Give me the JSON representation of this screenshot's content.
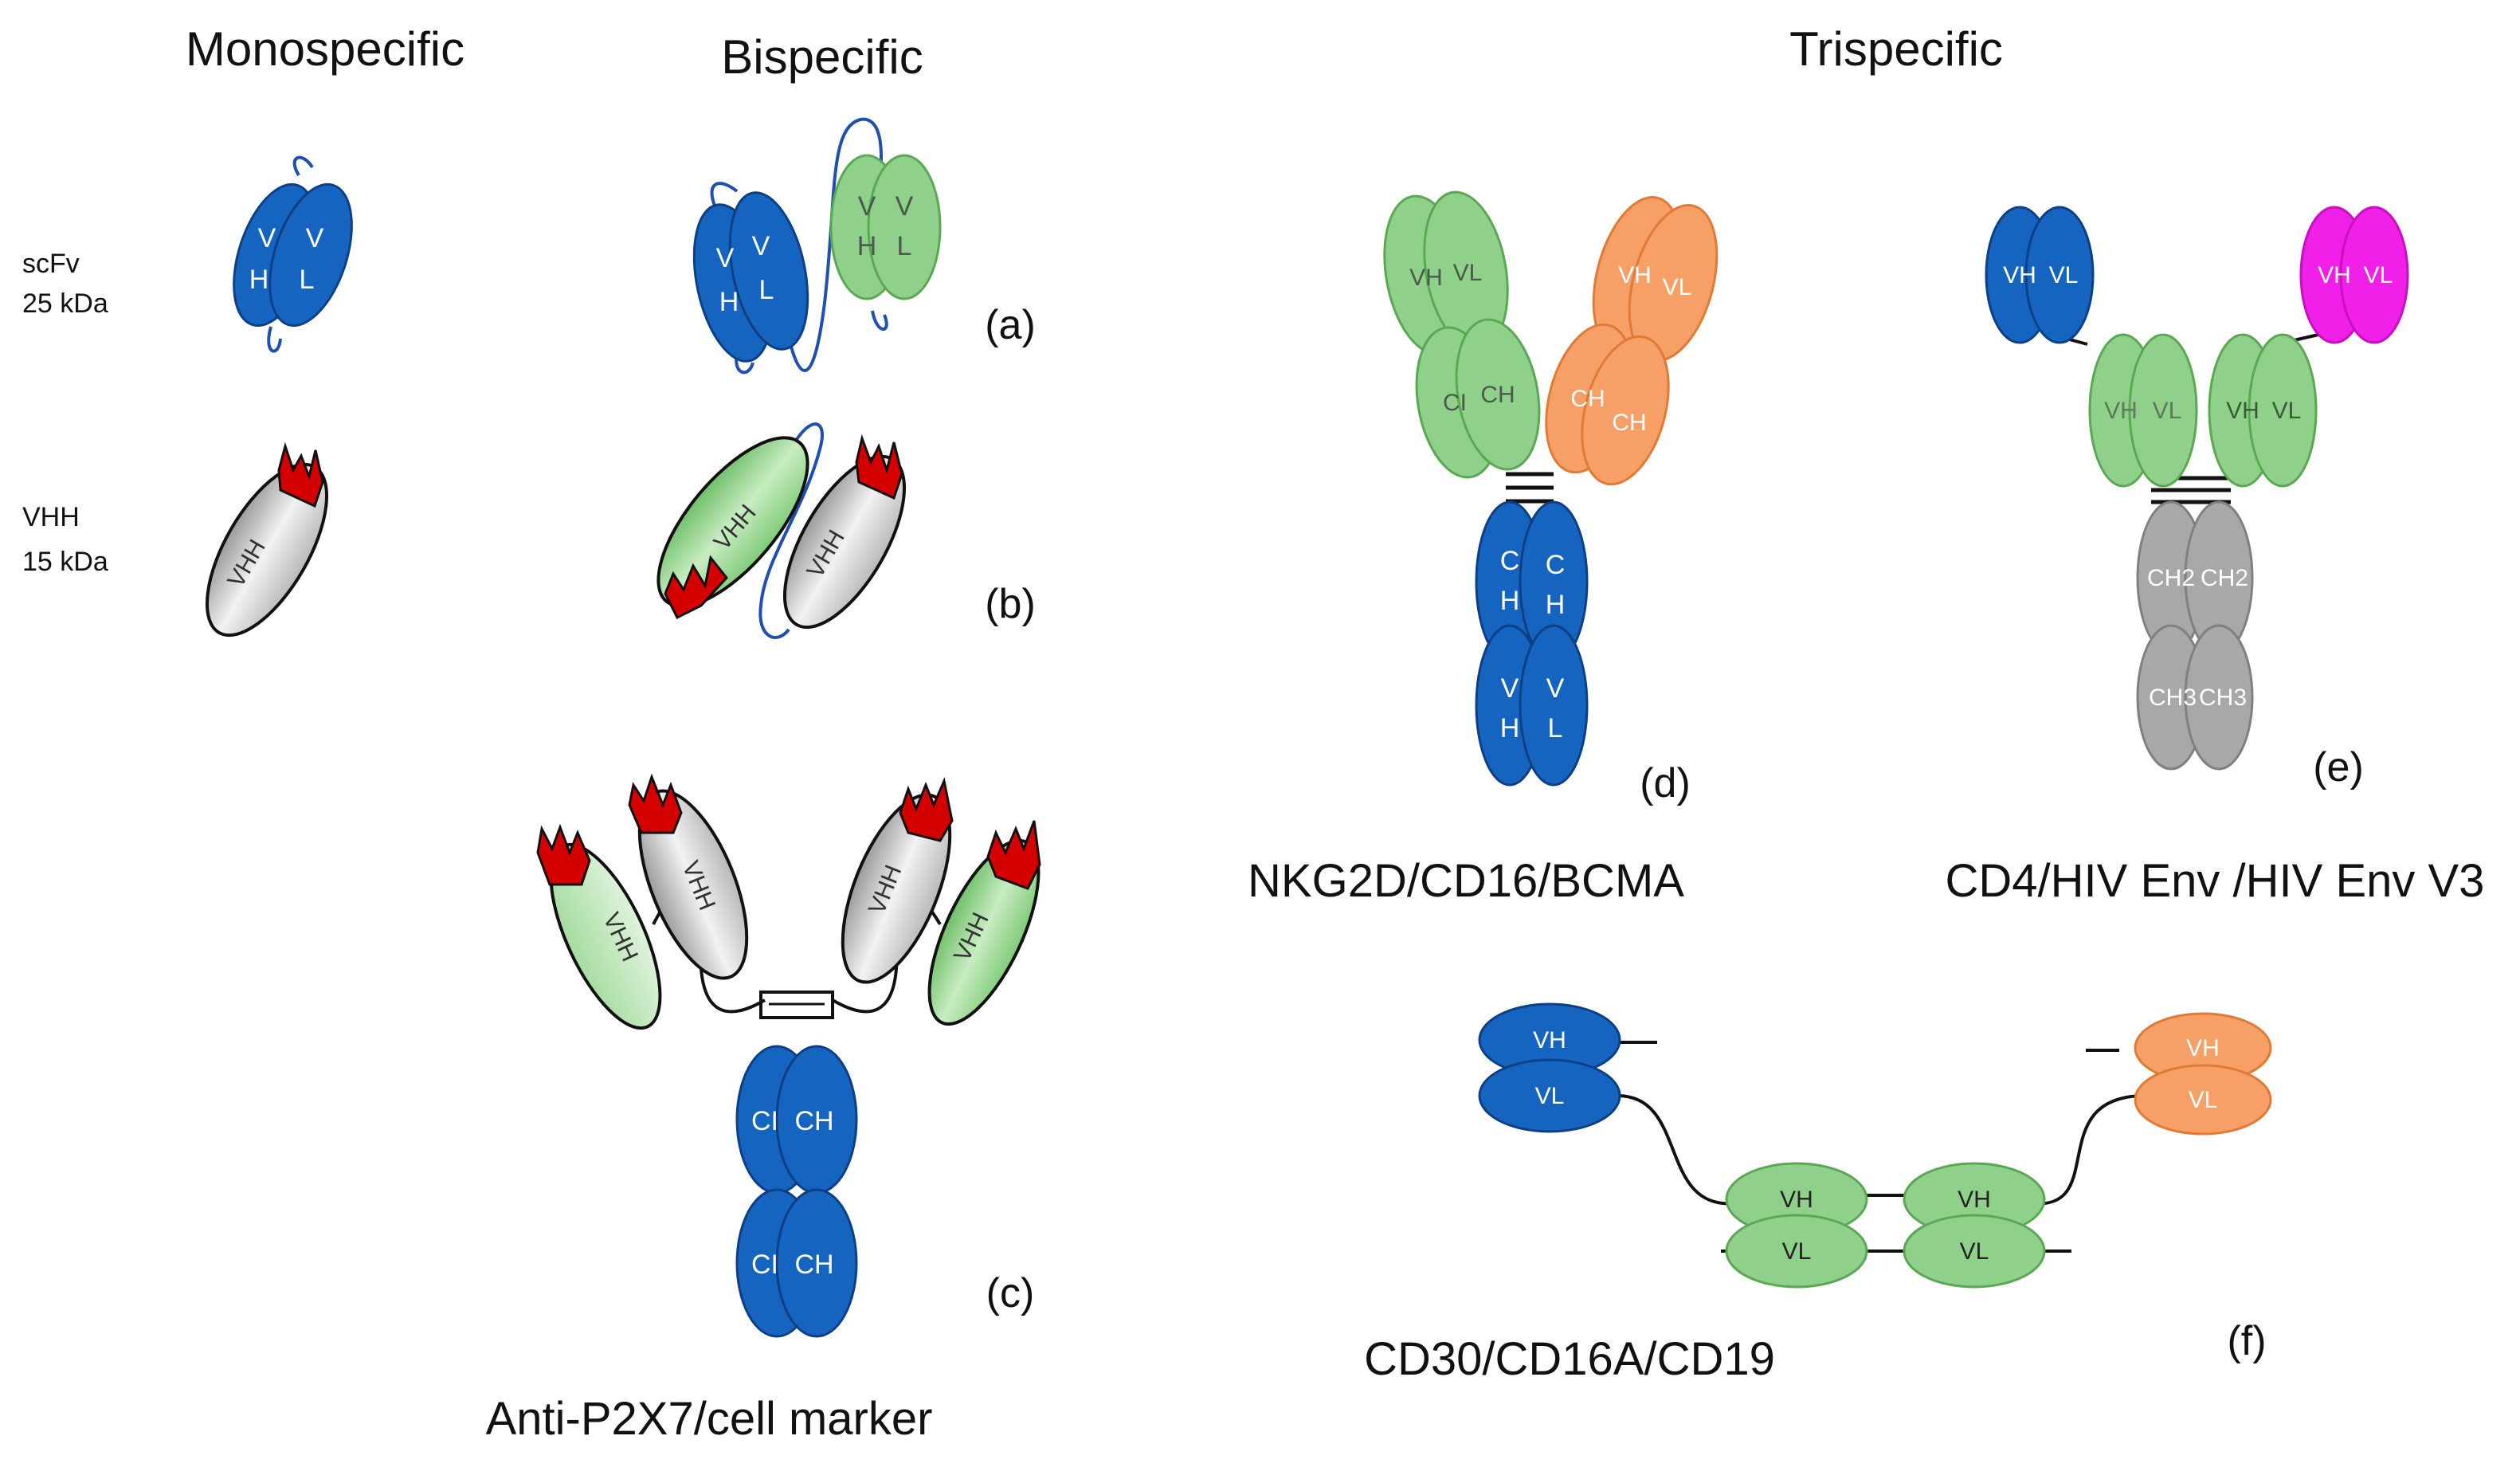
{
  "headers": {
    "monospecific": "Monospecific",
    "bispecific": "Bispecific",
    "trispecific": "Trispecific"
  },
  "side_labels": {
    "scfv_name": "scFv",
    "scfv_mass": "25 kDa",
    "vhh_name": "VHH",
    "vhh_mass": "15 kDa"
  },
  "panel_letters": {
    "a": "(a)",
    "b": "(b)",
    "c": "(c)",
    "d": "(d)",
    "e": "(e)",
    "f": "(f)"
  },
  "captions": {
    "c": "Anti-P2X7/cell marker",
    "d": "NKG2D/CD16/BCMA",
    "e": "CD4/HIV Env /HIV Env V3",
    "f": "CD30/CD16A/CD19"
  },
  "domain_labels": {
    "V": "V",
    "H": "H",
    "L": "L",
    "C": "C",
    "VH": "VH",
    "VL": "VL",
    "CH": "CH",
    "CH_cut": "CI",
    "VHH": "VHH",
    "CH2": "CH2",
    "CH3": "CH3"
  },
  "colors": {
    "blue": "#1565c0",
    "green": "#8fd18a",
    "green_light": "#c5e8c0",
    "orange": "#f6a067",
    "magenta": "#f020e8",
    "gray": "#a8a8a8",
    "red": "#d40000",
    "linker_blue": "#1f4fb0"
  }
}
